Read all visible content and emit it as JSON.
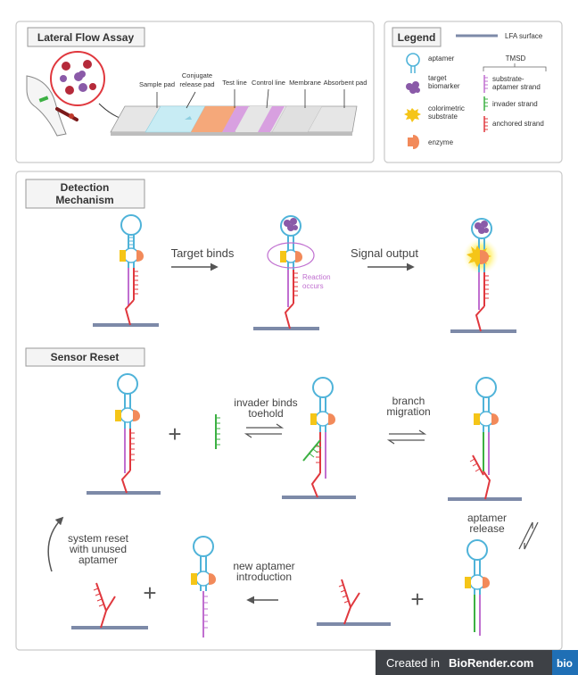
{
  "lfa": {
    "title": "Lateral Flow Assay",
    "labels": {
      "sample_pad": "Sample pad",
      "conjugate_line1": "Conjugate",
      "conjugate_line2": "release pad",
      "test_line": "Test line",
      "control_line": "Control line",
      "membrane": "Membrane",
      "absorbent_pad": "Absorbent pad"
    }
  },
  "legend": {
    "title": "Legend",
    "lfa_surface": "LFA surface",
    "aptamer": "aptamer",
    "target1": "target",
    "target2": "biomarker",
    "color1": "colorimetric",
    "color2": "substrate",
    "enzyme": "enzyme",
    "tmsd": "TMSD",
    "substrate1": "substrate-",
    "substrate2": "aptamer strand",
    "invader": "invader strand",
    "anchored": "anchored strand",
    "colors": {
      "aptamer": "#4fb3d9",
      "target": "#8a5aa8",
      "substrate": "#f5c518",
      "enzyme": "#f28a5a",
      "substrate_strand": "#c06fd0",
      "invader": "#3cb043",
      "anchored": "#e0383e",
      "surface": "#7d8aa8"
    }
  },
  "detection": {
    "title1": "Detection",
    "title2": "Mechanism",
    "target_binds": "Target binds",
    "signal_output": "Signal output",
    "reaction1": "Reaction",
    "reaction2": "occurs"
  },
  "reset": {
    "title": "Sensor Reset",
    "invader_binds1": "invader binds",
    "invader_binds2": "toehold",
    "branch1": "branch",
    "branch2": "migration",
    "aptamer_release1": "aptamer",
    "aptamer_release2": "release",
    "new_aptamer1": "new aptamer",
    "new_aptamer2": "introduction",
    "system_reset1": "system reset",
    "system_reset2": "with unused",
    "system_reset3": "aptamer",
    "plus": "+"
  },
  "footer": {
    "created_in": "Created in",
    "brand": "BioRender.com",
    "logo": "bio"
  }
}
